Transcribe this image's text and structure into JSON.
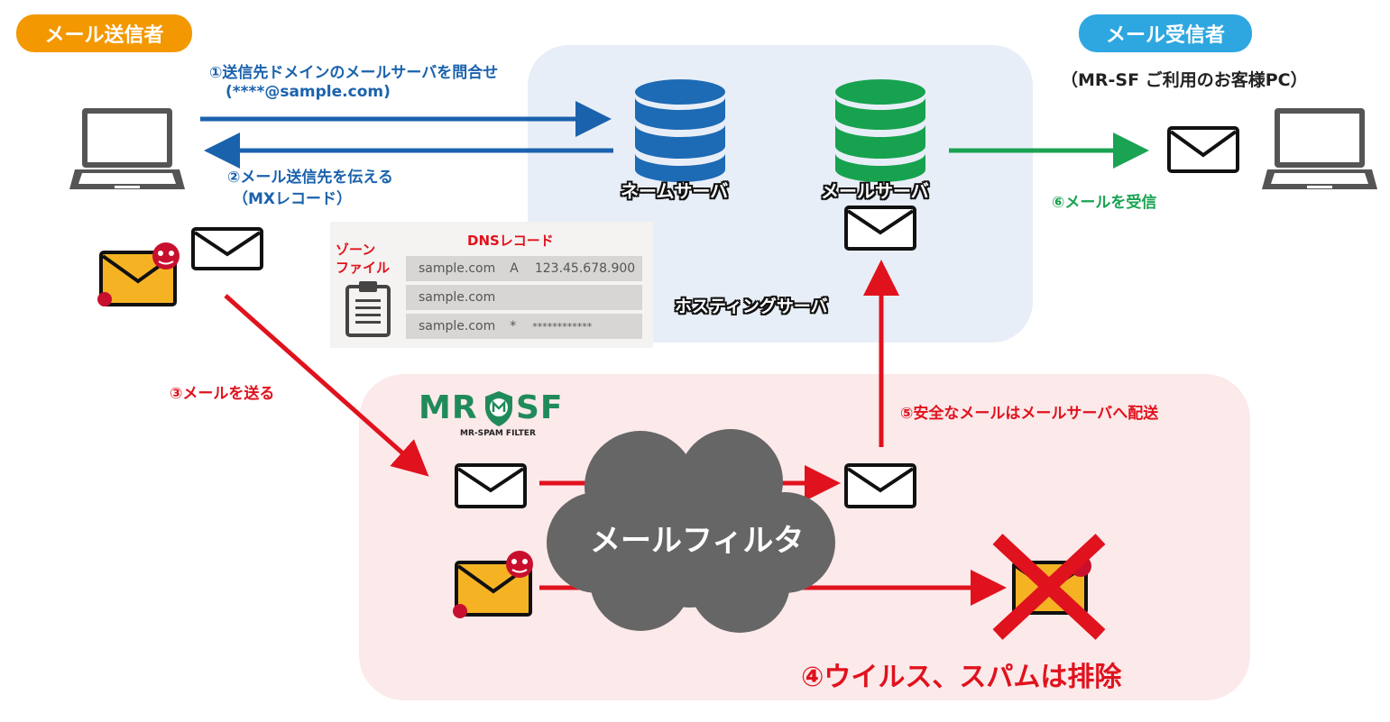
{
  "sender_badge": "メール送信者",
  "receiver_badge": "メール受信者",
  "receiver_note": "（MR-SF ご利用のお客様PC）",
  "step1_line1": "①送信先ドメインのメールサーバを問合せ",
  "step1_line2": "(****@sample.com)",
  "step2_line1": "②メール送信先を伝える",
  "step2_line2": "（MXレコード）",
  "step3": "③メールを送る",
  "step4": "④ウイルス、スパムは排除",
  "step5": "⑤安全なメールはメールサーバへ配送",
  "step6": "⑥メールを受信",
  "name_server": "ネームサーバ",
  "mail_server": "メールサーバ",
  "hosting_server": "ホスティングサーバ",
  "dns": {
    "title": "DNSレコード",
    "zone_label_1": "ゾーン",
    "zone_label_2": "ファイル",
    "rows": [
      {
        "domain": "sample.com",
        "type": "A",
        "value": "123.45.678.900"
      },
      {
        "domain": "sample.com",
        "type": "",
        "value": ""
      },
      {
        "domain": "sample.com",
        "type": "*",
        "value": "************"
      }
    ]
  },
  "logo": {
    "main_left": "MR",
    "main_right": "SF",
    "sub": "MR-SPAM FILTER"
  },
  "filter_label": "メールフィルタ",
  "colors": {
    "orange": "#f39800",
    "sky": "#2ea7e0",
    "blue": "#1b62ad",
    "green": "#1aa352",
    "red": "#e0121d",
    "hosting_bg": "#e8eef7",
    "filter_bg": "#fce9ea"
  },
  "icons": [
    "laptop-icon",
    "envelope-icon",
    "virus-envelope-icon",
    "database-icon",
    "clipboard-icon",
    "cloud-icon",
    "cross-icon"
  ]
}
